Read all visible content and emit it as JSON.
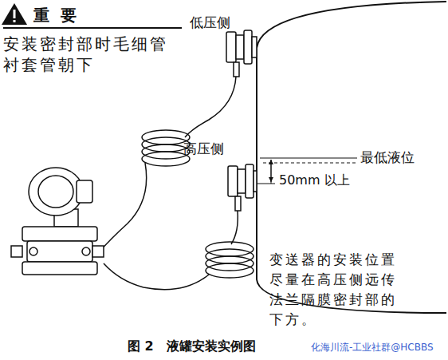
{
  "diagram": {
    "caption": "图 2   液罐安装实例图",
    "nodes": [
      {
        "text": [
          "重  要",
          "安装密封部时毛细管衬套管朝下"
        ]
      }
    ],
    "labels": [
      "低压侧",
      "高压侧",
      "最低液位",
      "50mm 以上",
      "变送器的安装位置尽量在高压侧远传法兰隔膜密封部的下方。",
      "化海川流-工业社群@HCBBS"
    ]
  }
}
